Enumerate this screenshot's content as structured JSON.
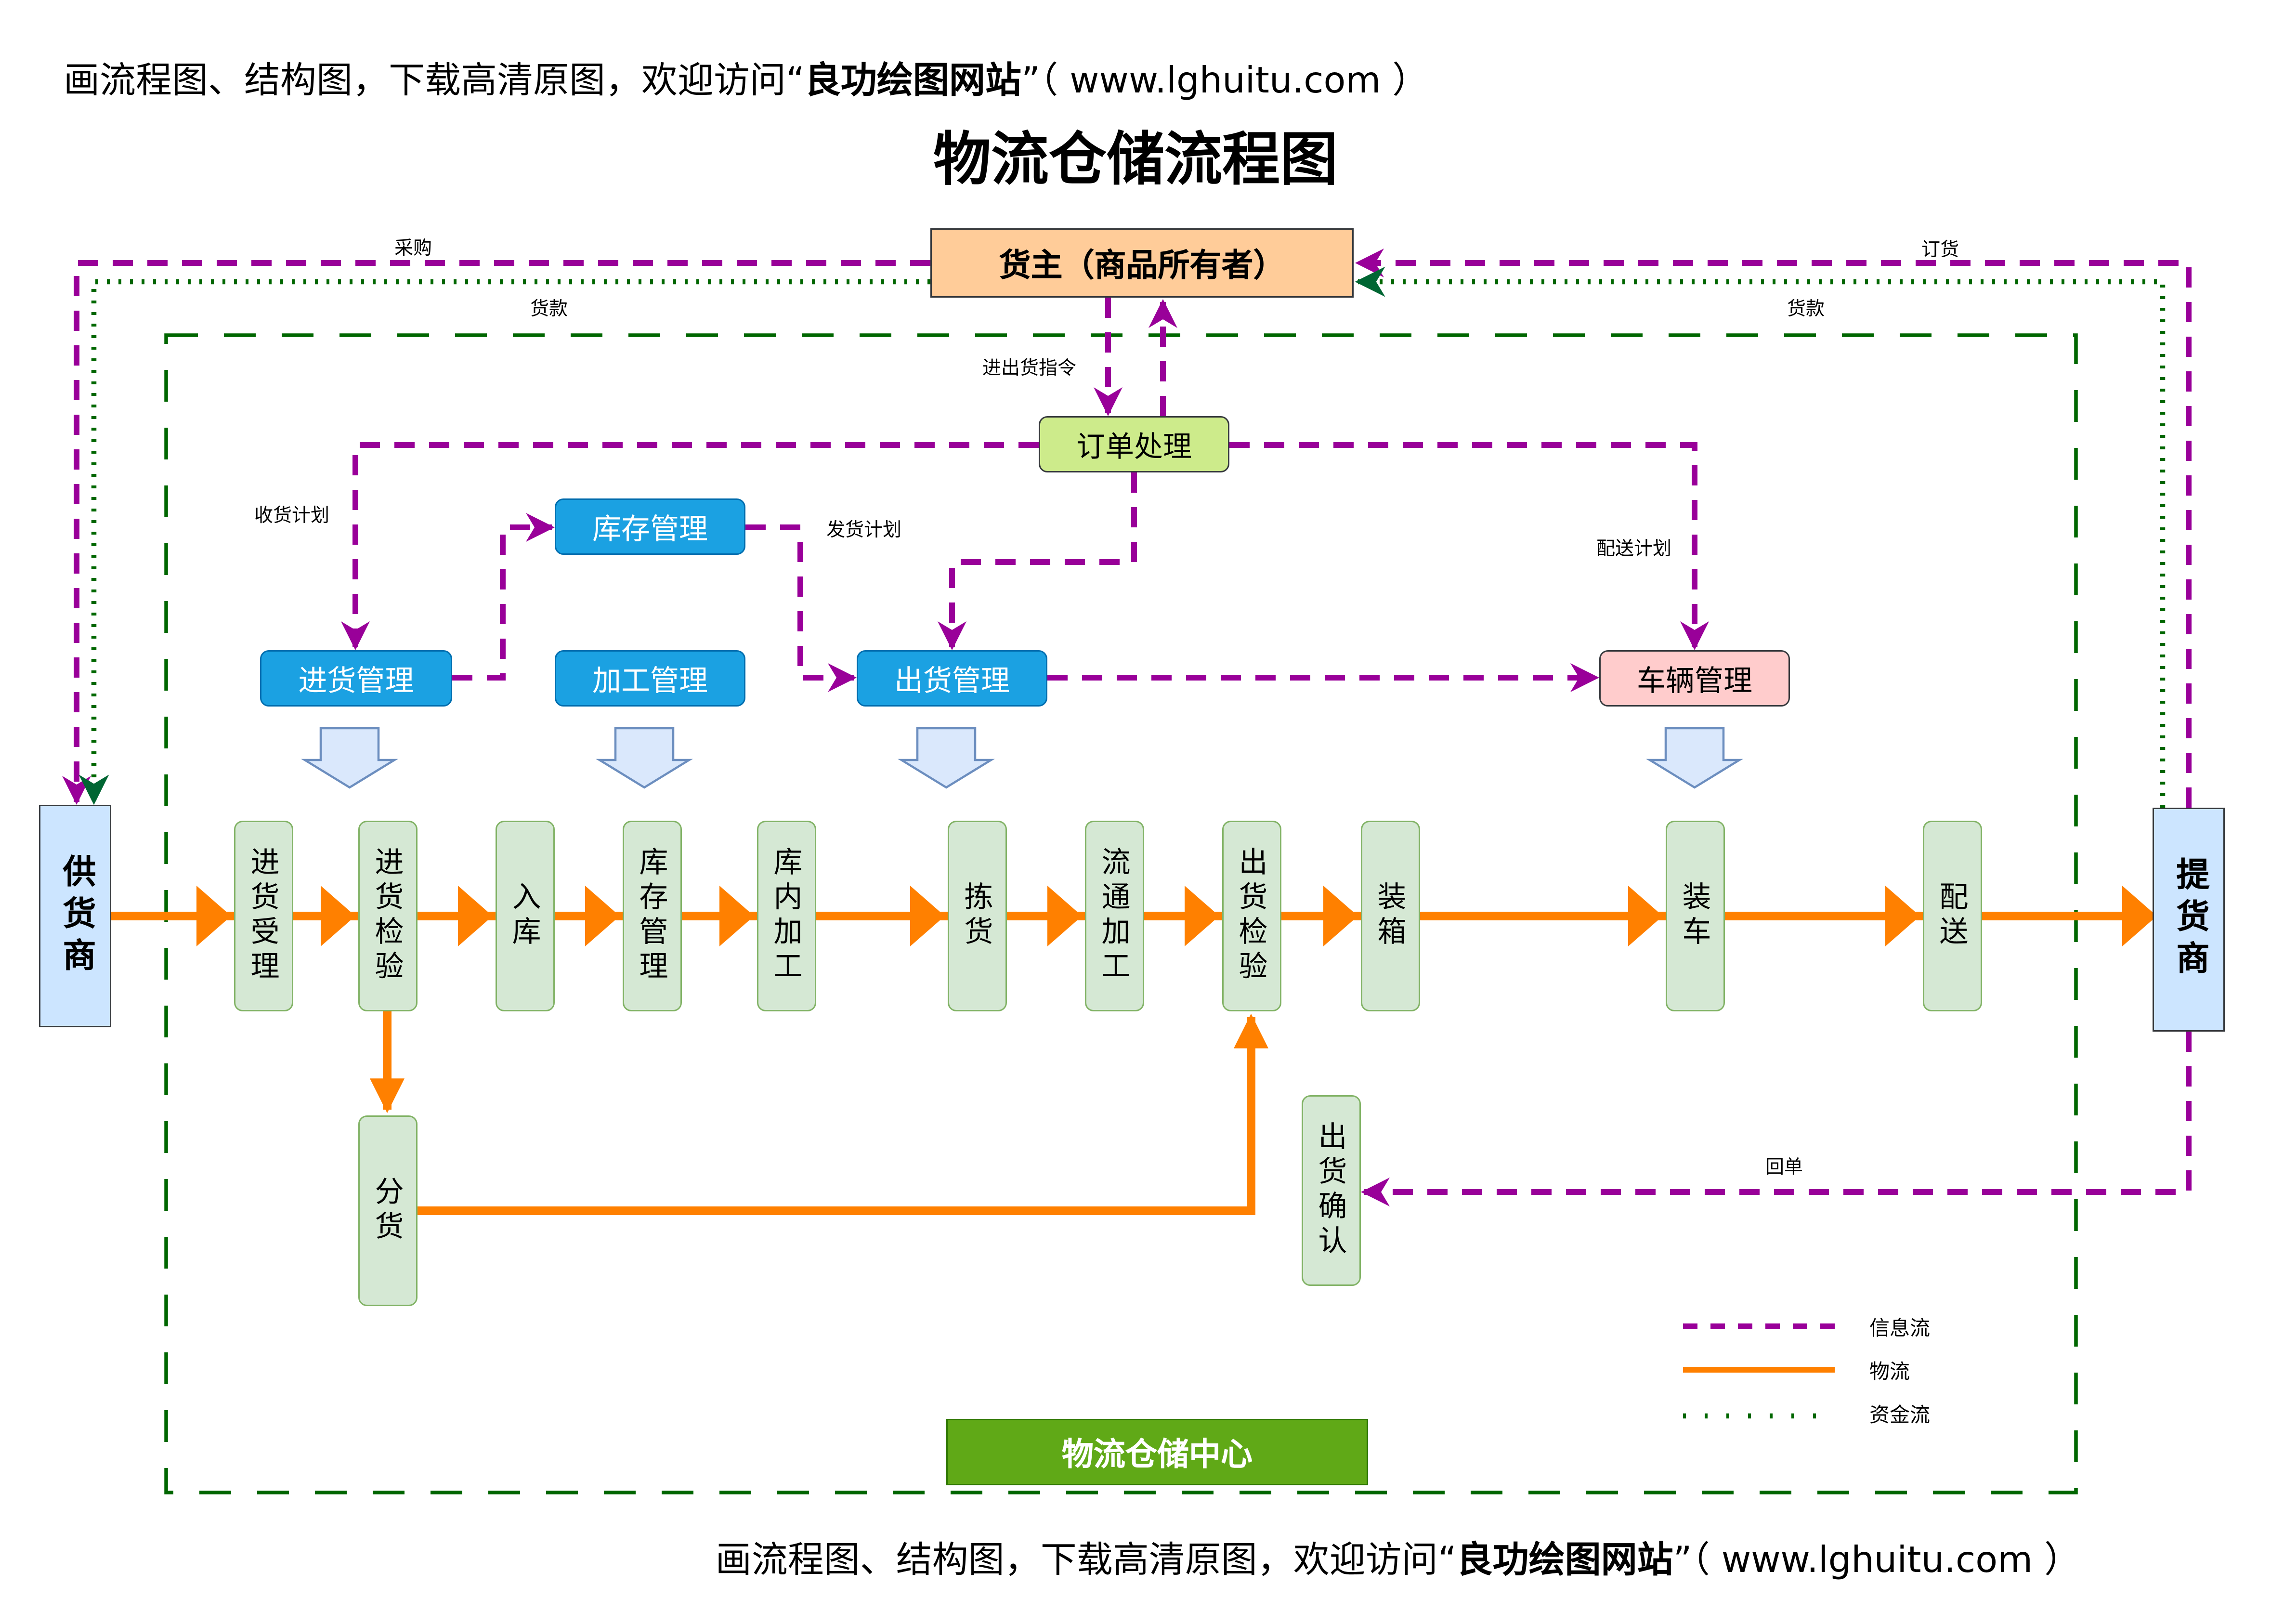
{
  "header": {
    "prefix": "画流程图、结构图，下载高清原图，欢迎访问“",
    "site_name": "良功绘图网站",
    "suffix": "”（ www.lghuitu.com ）"
  },
  "title": "物流仓储流程图",
  "nodes": {
    "owner": "货主（商品所有者）",
    "order": "订单处理",
    "inventory": "库存管理",
    "inbound": "进货管理",
    "processing": "加工管理",
    "outbound": "出货管理",
    "vehicle": "车辆管理",
    "supplier": "供货商",
    "buyer": "提货商",
    "center": "物流仓储中心"
  },
  "process_steps": [
    "进货受理",
    "进货检验",
    "入库",
    "库存管理",
    "库内加工",
    "拣货",
    "流通加工",
    "出货检验",
    "装箱",
    "装车",
    "配送"
  ],
  "side_steps": {
    "split": "分货",
    "confirm": "出货确认"
  },
  "edge_labels": {
    "purchase": "采购",
    "payment_left": "货款",
    "order_goods": "订货",
    "payment_right": "货款",
    "io_command": "进出货指令",
    "receive_plan": "收货计划",
    "ship_plan": "发货计划",
    "delivery_plan": "配送计划",
    "receipt": "回单"
  },
  "legend": [
    {
      "label": "信息流",
      "style": "dashed",
      "color": "#990099"
    },
    {
      "label": "物流",
      "style": "solid",
      "color": "#FF8000"
    },
    {
      "label": "资金流",
      "style": "dotted",
      "color": "#006600"
    }
  ],
  "footer": {
    "prefix": "画流程图、结构图，下载高清原图，欢迎访问“",
    "site_name": "良功绘图网站",
    "suffix": "”（ www.lghuitu.com ）"
  }
}
